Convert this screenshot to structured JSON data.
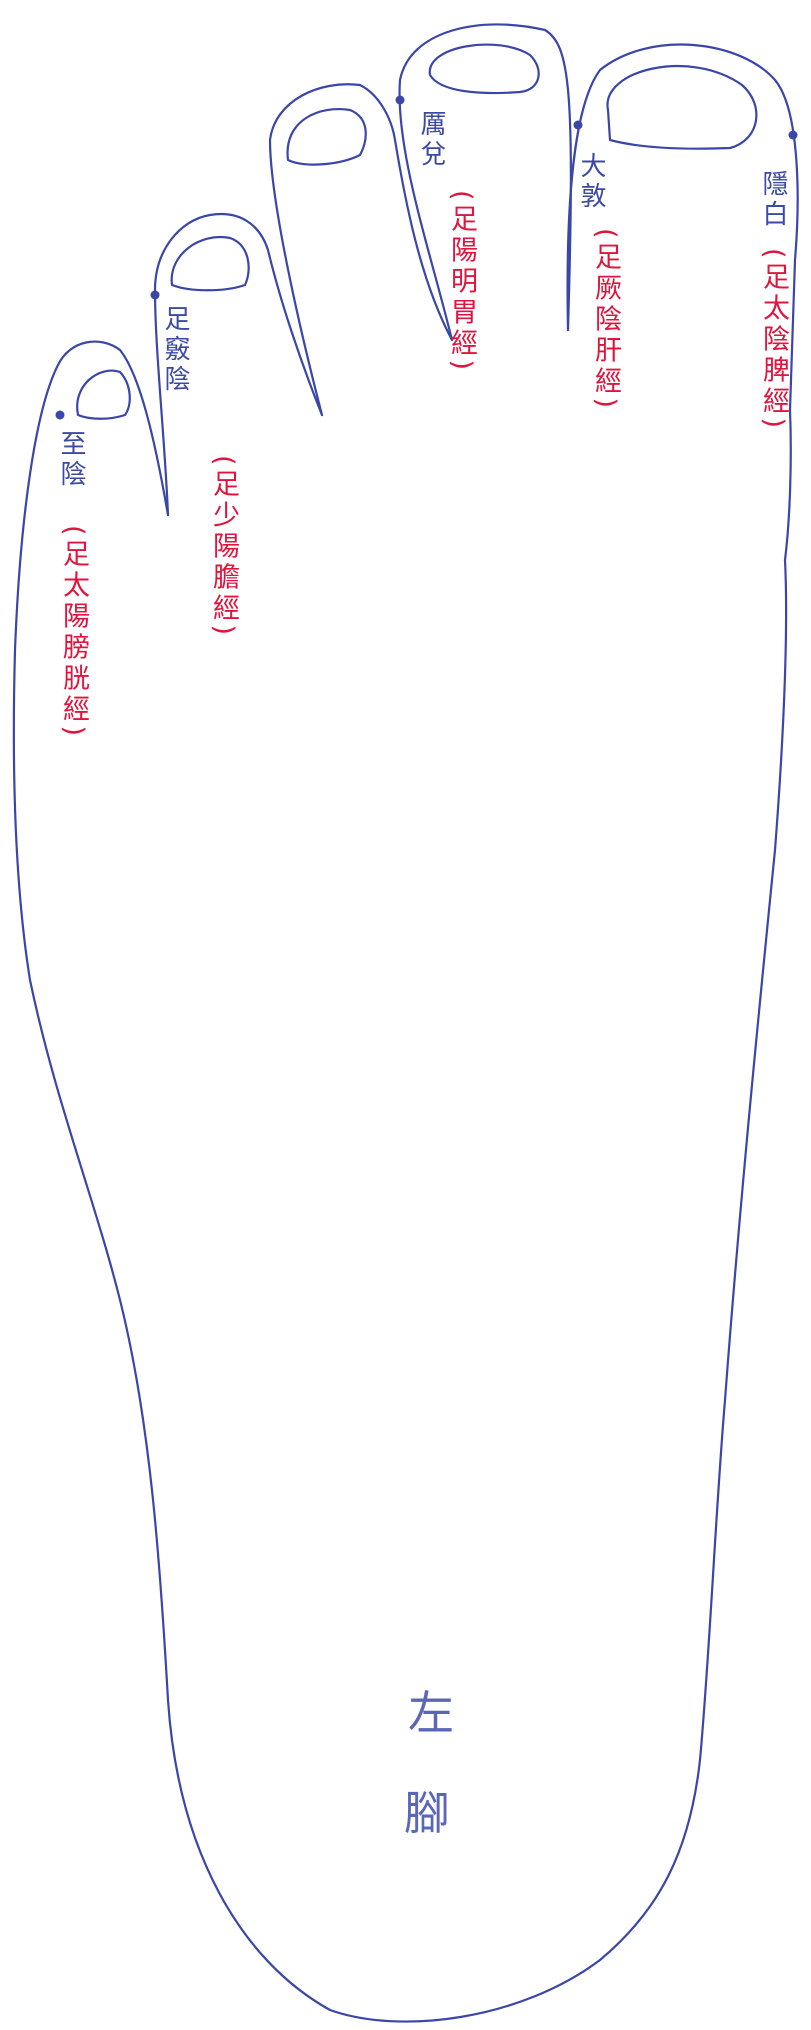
{
  "colors": {
    "outline": "#3a46a8",
    "point_name": "#3c4aa3",
    "meridian": "#e0143c",
    "foot_label": "#5b66b8"
  },
  "foot": {
    "side": "左",
    "char": "腳"
  },
  "points": [
    {
      "name": "隱白",
      "meridian": "(足太陰脾經)"
    },
    {
      "name": "大敦",
      "meridian": "(足厥陰肝經)"
    },
    {
      "name": "厲兌",
      "meridian": "(足陽明胃經)"
    },
    {
      "name": "足竅陰",
      "meridian": "(足少陽膽經)"
    },
    {
      "name": "至陰",
      "meridian": "(足太陽膀胱經)"
    }
  ]
}
